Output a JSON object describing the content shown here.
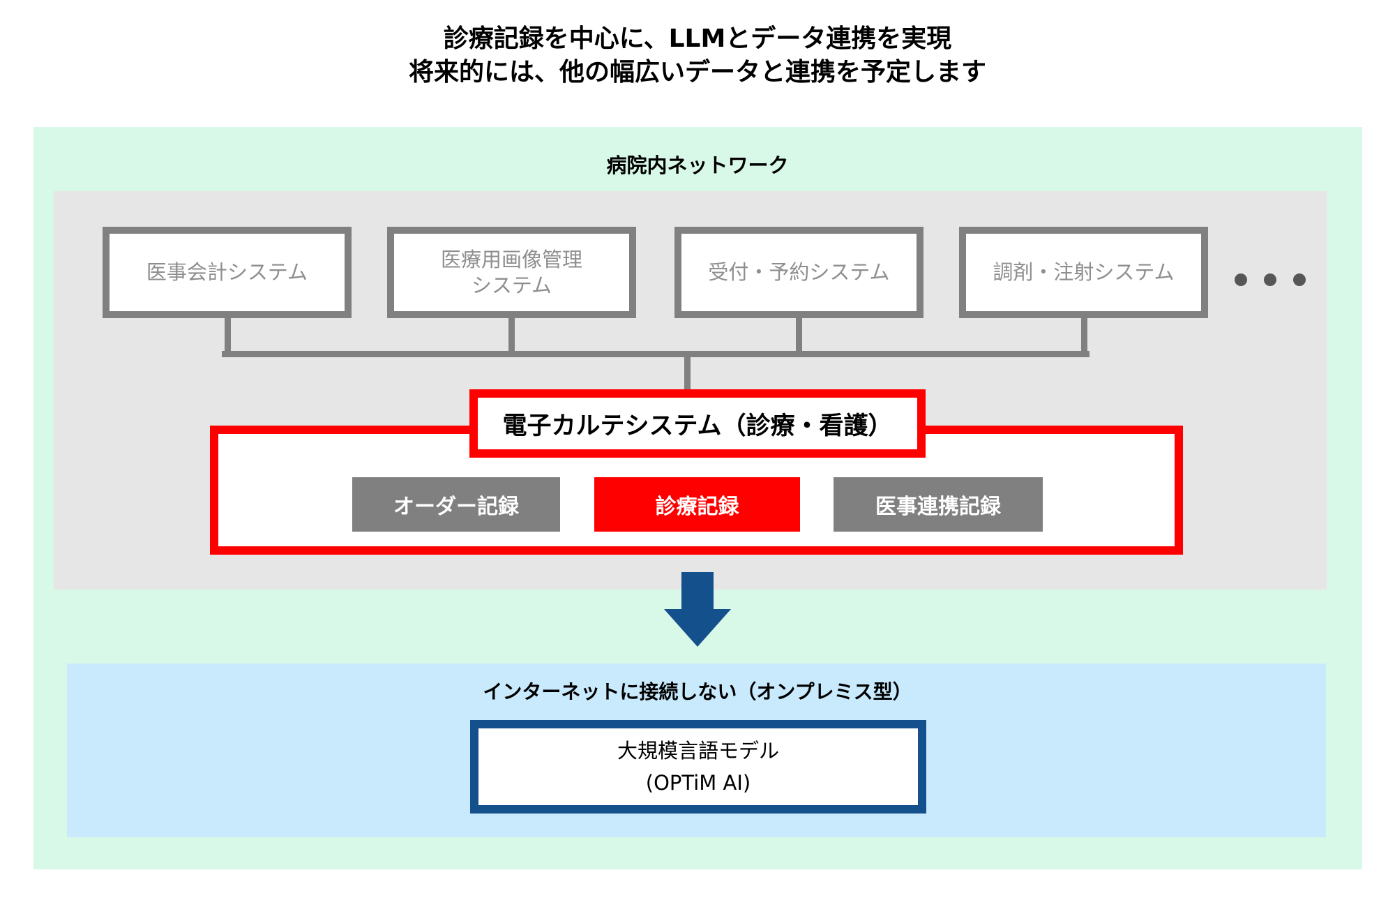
{
  "heading": {
    "line1": "診療記録を中心に、LLMとデータ連携を実現",
    "line2": "将来的には、他の幅広いデータと連携を予定します"
  },
  "colors": {
    "accent_red": "#ff0000",
    "navy": "#14508c",
    "mint_bg": "#d8f8e8",
    "blue_bg": "#c9eafc",
    "panel_gray": "#e6e6e6",
    "line_gray": "#808080",
    "box_text_gray": "#8e8e8e"
  },
  "network": {
    "label": "病院内ネットワーク",
    "systems": [
      {
        "label": "医事会計システム"
      },
      {
        "label": "医療用画像管理\nシステム"
      },
      {
        "label": "受付・予約システム"
      },
      {
        "label": "調剤・注射システム"
      }
    ],
    "ellipsis": "・・・",
    "emr": {
      "title": "電子カルテシステム（診療・看護）",
      "records": [
        {
          "label": "オーダー記録",
          "variant": "gray"
        },
        {
          "label": "診療記録",
          "variant": "red"
        },
        {
          "label": "医事連携記録",
          "variant": "gray"
        }
      ]
    }
  },
  "onprem": {
    "label": "インターネットに接続しない（オンプレミス型）",
    "llm": "大規模言語モデル\n(OPTiM AI)"
  }
}
